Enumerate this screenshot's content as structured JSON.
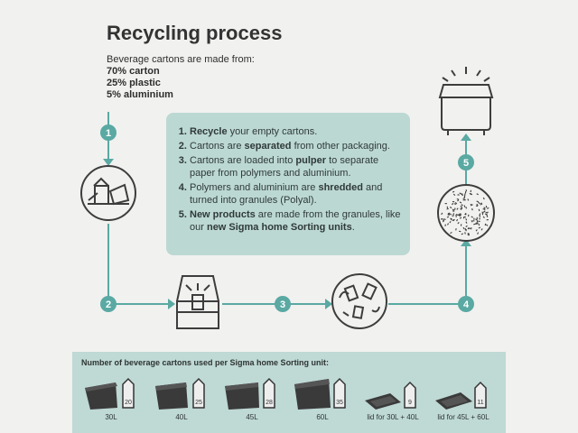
{
  "title": "Recycling process",
  "intro": {
    "line1": "Beverage cartons are made from:",
    "carton": "70% carton",
    "plastic": "25% plastic",
    "aluminium": "5% aluminium"
  },
  "steps": [
    {
      "num": "1.",
      "pre": "",
      "bold": "Recycle",
      "post": " your empty cartons."
    },
    {
      "num": "2.",
      "pre": "Cartons are ",
      "bold": "separated",
      "post": " from other packaging."
    },
    {
      "num": "3.",
      "pre": "Cartons are loaded into ",
      "bold": "pulper",
      "post": " to separate paper from polymers and aluminium."
    },
    {
      "num": "4.",
      "pre": "Polymers and aluminium are ",
      "bold": "shredded",
      "post": " and turned into granules (Polyal)."
    },
    {
      "num": "5.",
      "pre": "",
      "bold": "New products",
      "post": " are made from the granules, like our ",
      "bold2": "new Sigma home Sorting units",
      "post2": "."
    }
  ],
  "markers": [
    "1",
    "2",
    "3",
    "4",
    "5"
  ],
  "colors": {
    "teal": "#5aa9a3",
    "box": "#bcd8d3",
    "bottom": "#bfd9d5",
    "dark": "#3d3d3d"
  },
  "bottom": {
    "title": "Number of beverage cartons used per Sigma home Sorting unit:",
    "units": [
      {
        "label": "30L",
        "count": "20"
      },
      {
        "label": "40L",
        "count": "25"
      },
      {
        "label": "45L",
        "count": "28"
      },
      {
        "label": "60L",
        "count": "35"
      },
      {
        "label": "lid for 30L + 40L",
        "count": "9"
      },
      {
        "label": "lid for 45L + 60L",
        "count": "11"
      }
    ]
  }
}
